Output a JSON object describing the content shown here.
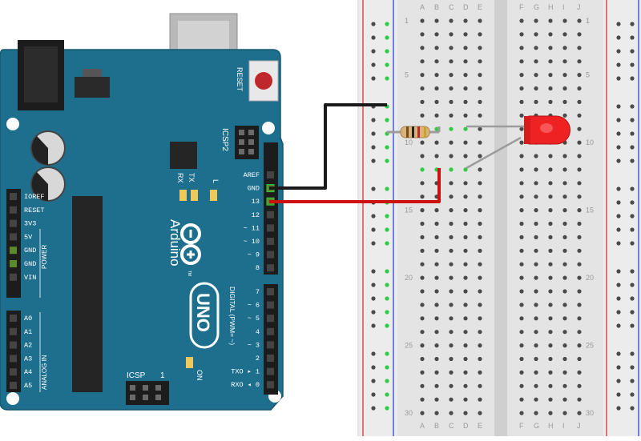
{
  "arduino": {
    "brand": "Arduino",
    "model": "UNO",
    "reset_label": "RESET",
    "icsp2_label": "ICSP2",
    "icsp_label": "ICSP",
    "tx_label": "TX",
    "rx_label": "RX",
    "l_label": "L",
    "on_label": "ON",
    "tm": "TM",
    "digital_label": "DIGITAL (PWM= ~)",
    "power_label": "POWER",
    "analog_label": "ANALOG IN",
    "icsp_one": "1",
    "digital_pins_top": [
      "AREF",
      "GND",
      "13",
      "12",
      "~ 11",
      "~ 10",
      "~ 9",
      "8"
    ],
    "digital_pins_bottom": [
      "7",
      "~ 6",
      "~ 5",
      "4",
      "~ 3",
      "2",
      "TXO ▸ 1",
      "RXO ◂ 0"
    ],
    "power_pins": [
      "IOREF",
      "RESET",
      "3V3",
      "5V",
      "GND",
      "GND",
      "VIN"
    ],
    "analog_pins": [
      "A0",
      "A1",
      "A2",
      "A3",
      "A4",
      "A5"
    ],
    "board_color": "#1e6f8e"
  },
  "breadboard": {
    "columns_left": [
      "A",
      "B",
      "C",
      "D",
      "E"
    ],
    "columns_right": [
      "F",
      "G",
      "H",
      "I",
      "J"
    ],
    "row_numbers": [
      "1",
      "5",
      "10",
      "15",
      "20",
      "25",
      "30"
    ]
  },
  "wires": {
    "gnd_color": "#1a1a1a",
    "signal_color": "#cc1111",
    "lead_color": "#9c9c9c"
  },
  "led": {
    "color": "#ee2222"
  },
  "highlight_color": "#2ecc40"
}
